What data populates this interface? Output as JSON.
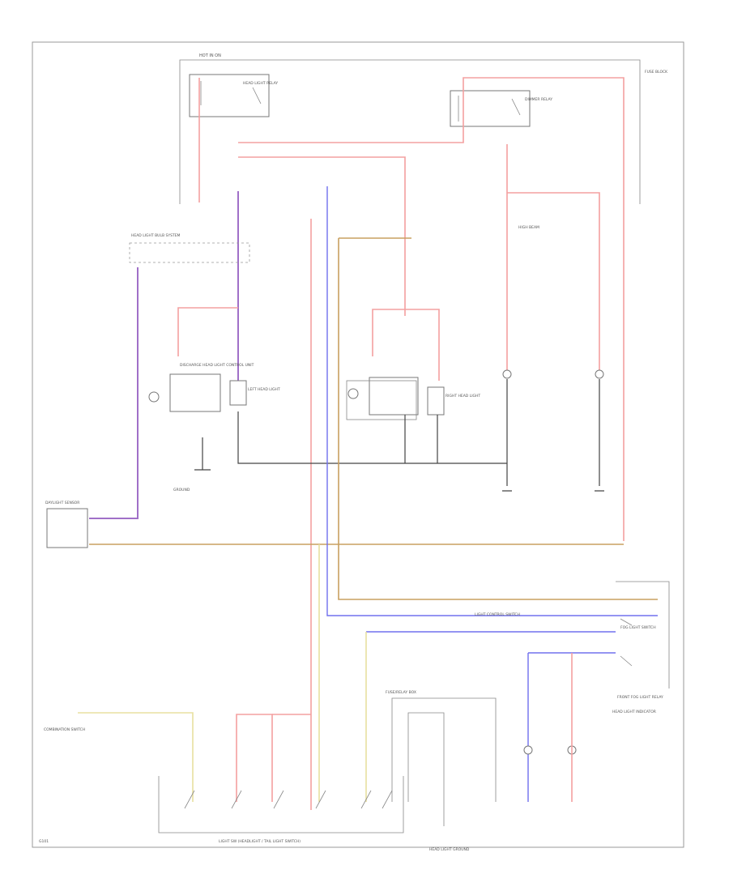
{
  "diagram": {
    "labels": [
      "HOT IN ON",
      "HEAD LIGHT RELAY",
      "DIMMER RELAY",
      "FUSE BLOCK",
      "HEAD LIGHT BULB SYSTEM",
      "DISCHARGE HEAD LIGHT CONTROL UNIT",
      "LEFT HEAD LIGHT",
      "RIGHT HEAD LIGHT",
      "HIGH BEAM",
      "GROUND",
      "DAYLIGHT SENSOR",
      "COMBINATION SWITCH",
      "LIGHT SW (HEADLIGHT / TAIL LIGHT SWITCH)",
      "HEAD LIGHT GROUND",
      "FRONT FOG LIGHT RELAY",
      "HEAD LIGHT INDICATOR",
      "FUSE/RELAY BOX",
      "LIGHT CONTROL SWITCH",
      "FOG LIGHT SWITCH",
      "G101"
    ],
    "wire_colors": {
      "red": "#f4a0a0",
      "purple": "#a070c8",
      "blue": "#7070ee",
      "yellow": "#e8e0a0",
      "tan": "#c8a060",
      "black": "#444444"
    }
  }
}
